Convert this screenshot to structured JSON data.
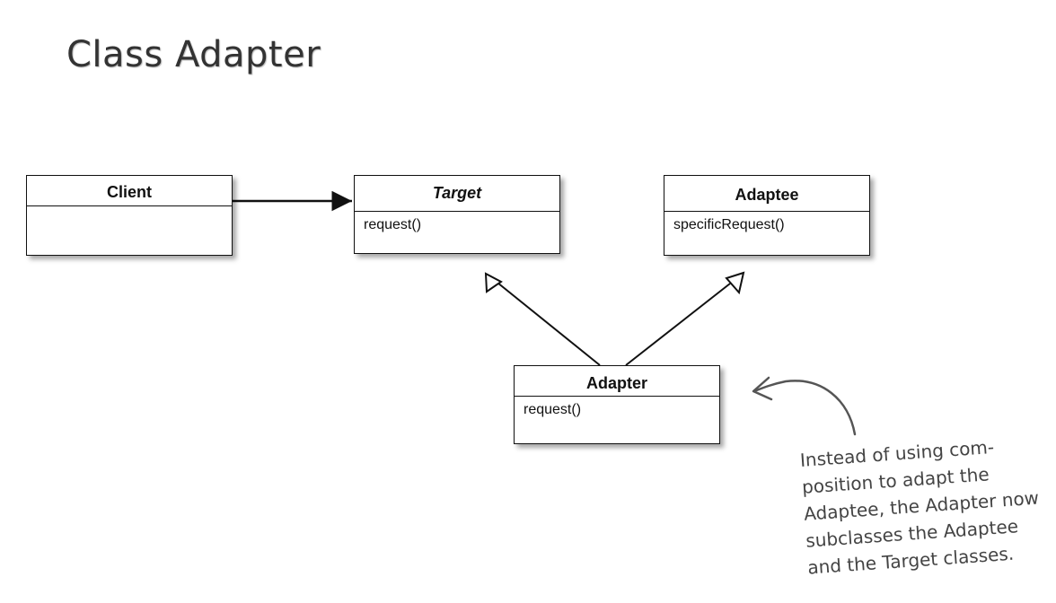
{
  "title": "Class Adapter",
  "classes": {
    "client": {
      "name": "Client",
      "methods": ""
    },
    "target": {
      "name": "Target",
      "methods": "request()"
    },
    "adaptee": {
      "name": "Adaptee",
      "methods": "specificRequest()"
    },
    "adapter": {
      "name": "Adapter",
      "methods": "request()"
    }
  },
  "relations": [
    {
      "from": "Client",
      "to": "Target",
      "kind": "association"
    },
    {
      "from": "Adapter",
      "to": "Target",
      "kind": "inheritance"
    },
    {
      "from": "Adapter",
      "to": "Adaptee",
      "kind": "inheritance"
    }
  ],
  "note": {
    "lines": [
      "Instead of using com-",
      "position to adapt the",
      "Adaptee, the Adapter now",
      "subclasses the Adaptee",
      "and the Target classes."
    ]
  }
}
